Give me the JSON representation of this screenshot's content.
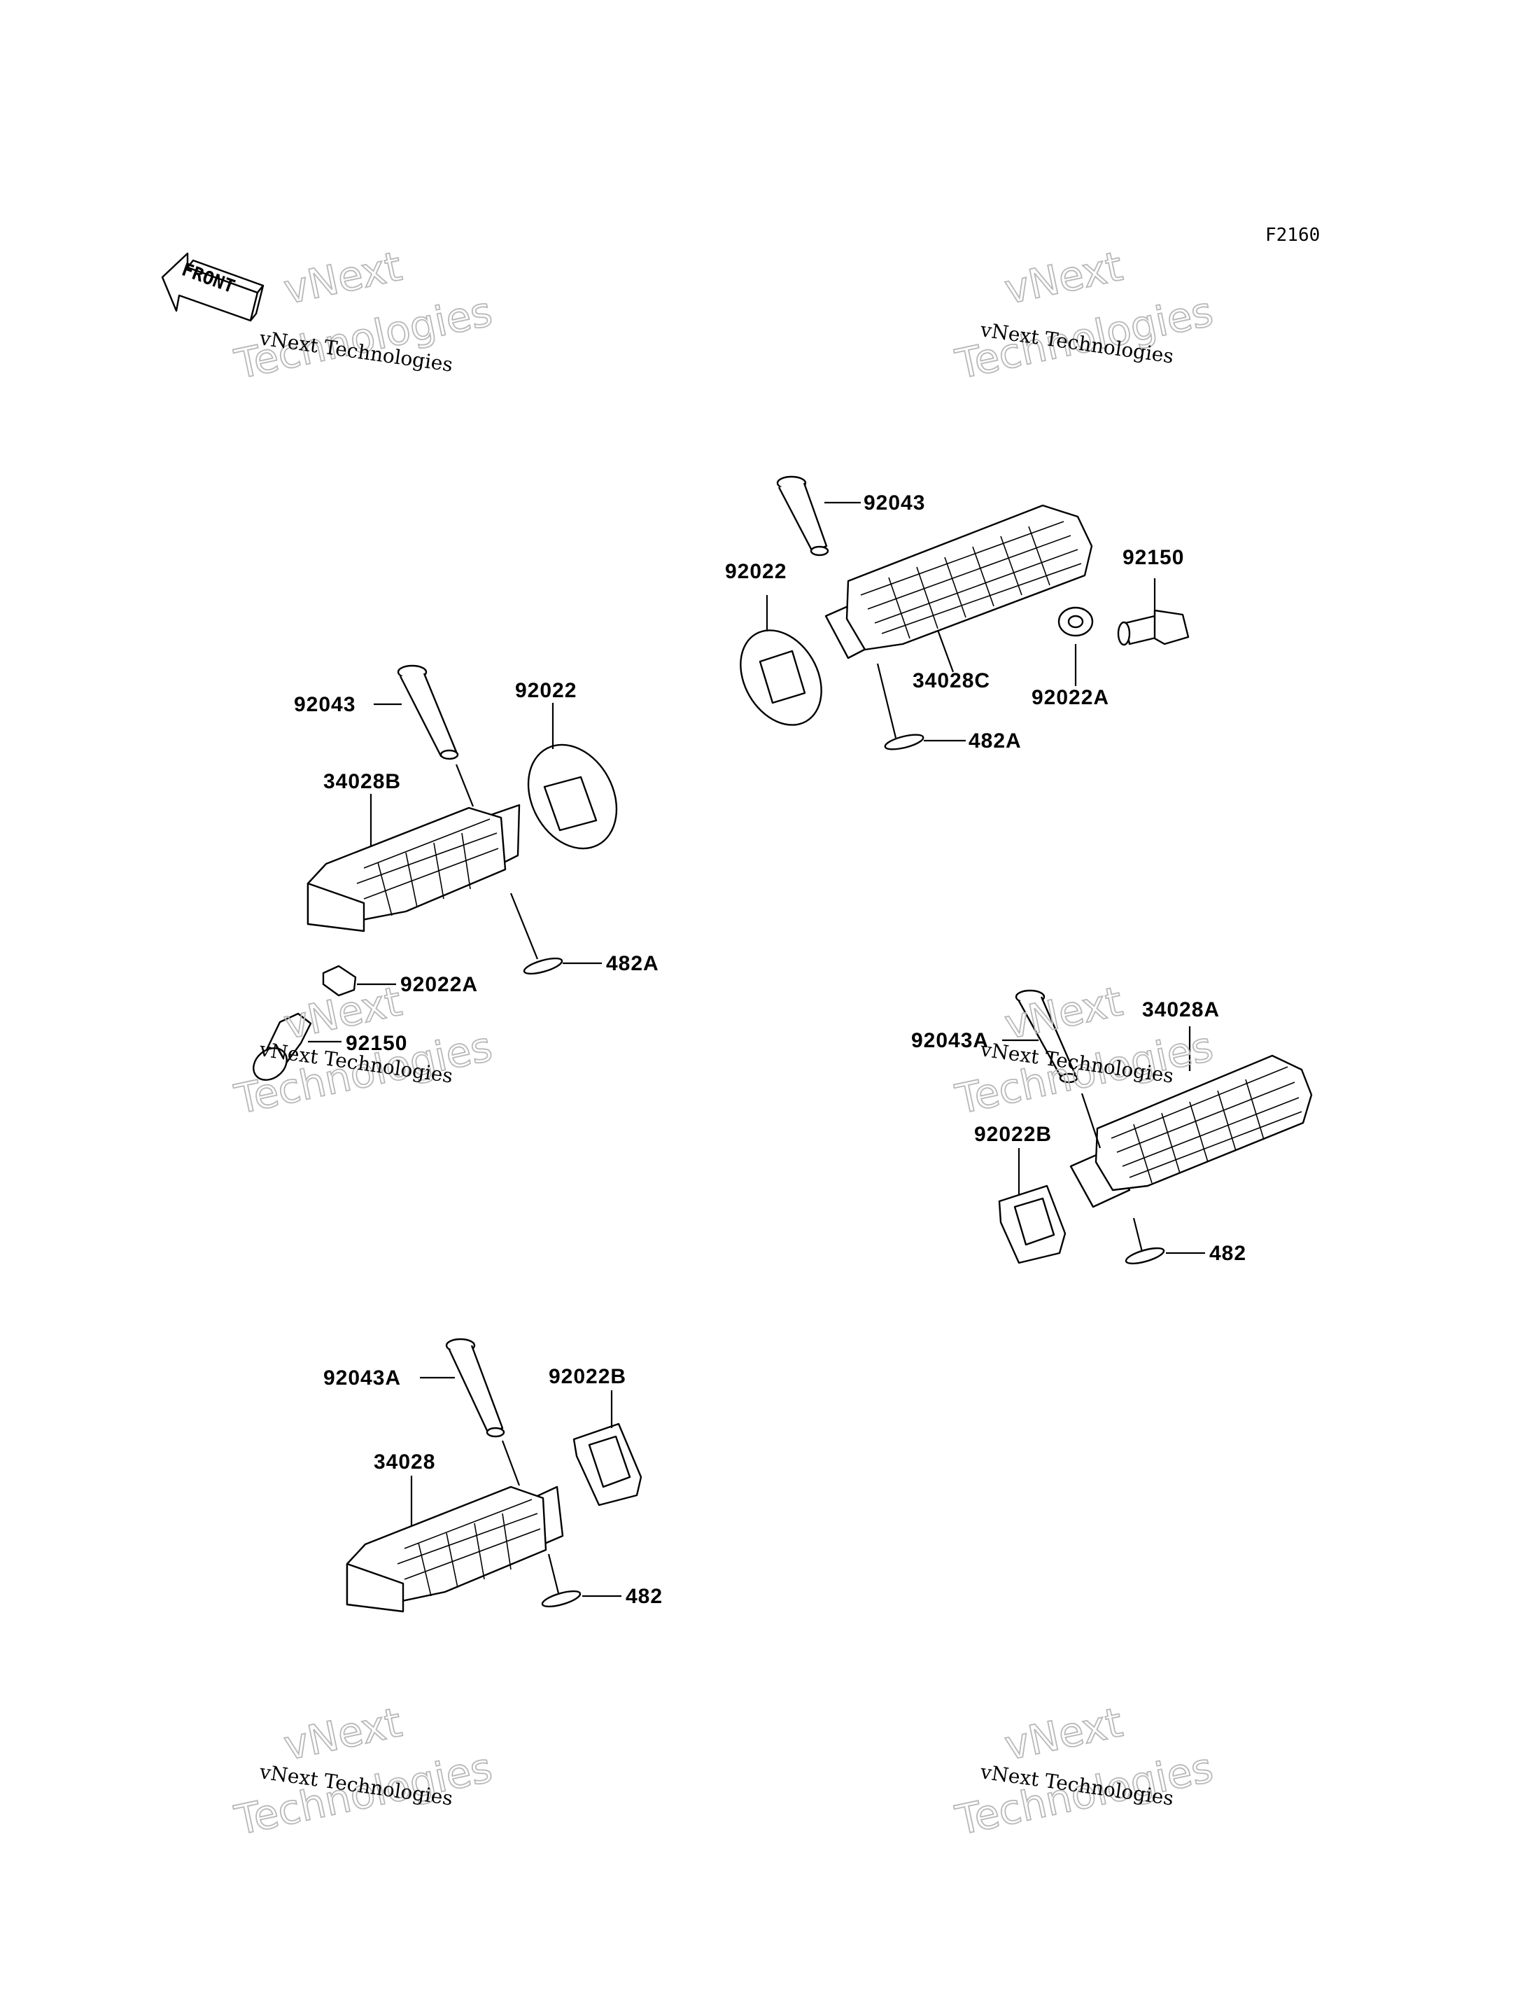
{
  "diagram_code": "F2160",
  "direction_marker": "FRONT",
  "watermark": {
    "line_small": "vNext Technologies",
    "line_top": "vNext",
    "line_bottom": "Technologies"
  },
  "assemblies": {
    "right_front": {
      "peg": "34028C",
      "pin": "92043",
      "washer": "92022",
      "rubber_washer": "92022A",
      "bolt": "92150",
      "cotter_pin": "482A"
    },
    "left_front": {
      "peg": "34028B",
      "pin": "92043",
      "washer": "92022",
      "rubber_washer": "92022A",
      "bolt": "92150",
      "cotter_pin": "482A"
    },
    "right_rear": {
      "peg": "34028A",
      "pin": "92043A",
      "washer": "92022B",
      "cotter_pin": "482"
    },
    "left_rear": {
      "peg": "34028",
      "pin": "92043A",
      "washer": "92022B",
      "cotter_pin": "482"
    }
  }
}
